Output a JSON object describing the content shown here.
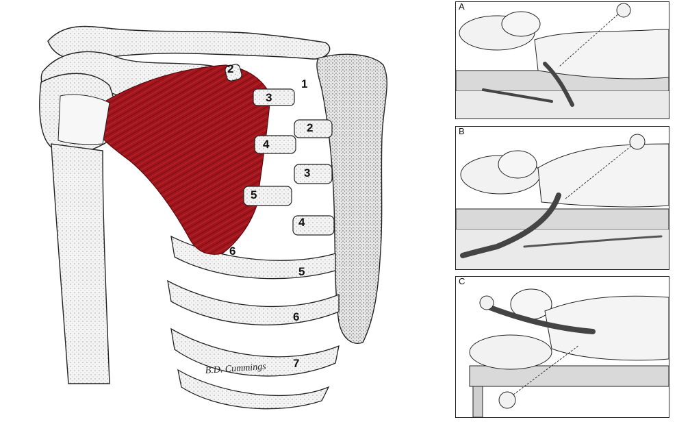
{
  "anatomy": {
    "rib_labels_upper": [
      "1",
      "2",
      "3",
      "4",
      "5",
      "6"
    ],
    "rib_labels_lower": [
      "2",
      "3",
      "4",
      "5",
      "6",
      "7"
    ],
    "signature": "B.D. Cummings",
    "muscle_color": "#a3151c"
  },
  "panels": [
    {
      "label": "A"
    },
    {
      "label": "B"
    },
    {
      "label": "C"
    }
  ]
}
